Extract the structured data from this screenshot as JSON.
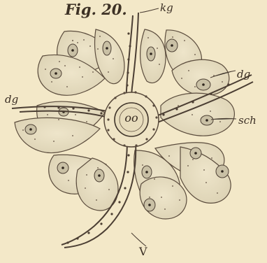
{
  "figure": {
    "title": "Fig. 20.",
    "labels": {
      "kg": "kg",
      "dg_left": "dg",
      "dg_right": "dg",
      "sch": "sch",
      "center": "oo",
      "v": "V"
    },
    "colors": {
      "paper": "#f3e8c8",
      "ink": "#3d3125",
      "cell": "#ddd4b8"
    }
  }
}
